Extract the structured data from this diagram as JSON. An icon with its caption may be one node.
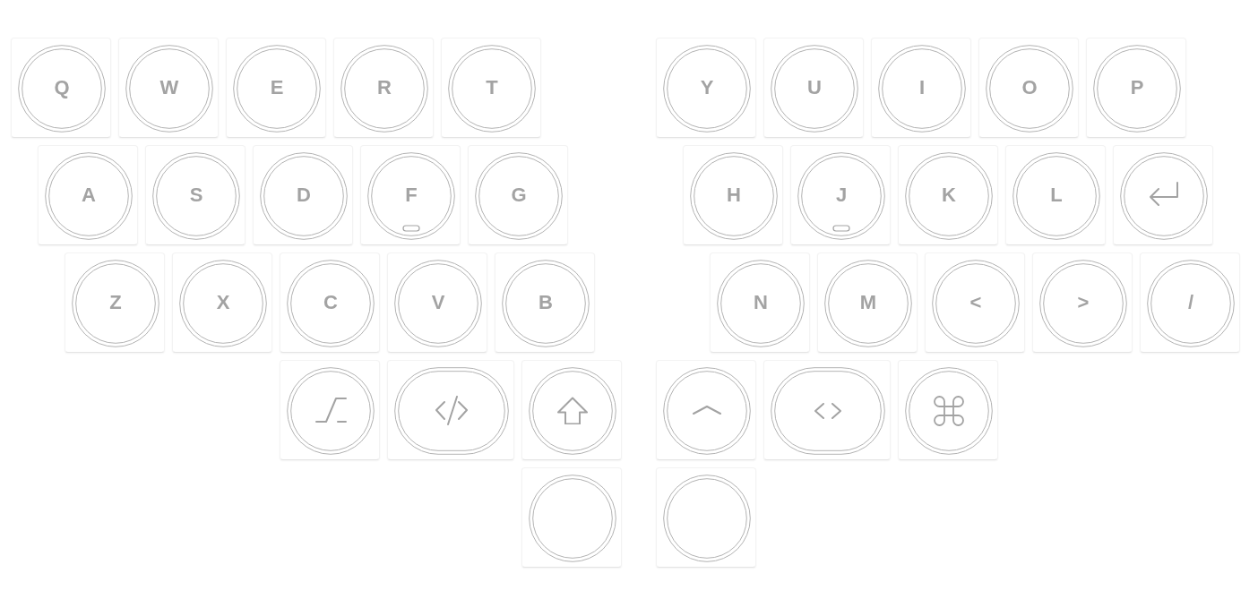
{
  "diagram": {
    "nodes": [
      {
        "text": [
          "Q"
        ]
      },
      {
        "text": [
          "W"
        ]
      },
      {
        "text": [
          "E"
        ]
      },
      {
        "text": [
          "R"
        ]
      },
      {
        "text": [
          "T"
        ]
      },
      {
        "text": [
          "Y"
        ]
      },
      {
        "text": [
          "U"
        ]
      },
      {
        "text": [
          "I"
        ]
      },
      {
        "text": [
          "O"
        ]
      },
      {
        "text": [
          "P"
        ]
      },
      {
        "text": [
          "A"
        ]
      },
      {
        "text": [
          "S"
        ]
      },
      {
        "text": [
          "D"
        ]
      },
      {
        "text": [
          "F"
        ]
      },
      {
        "text": [
          "G"
        ]
      },
      {
        "text": [
          "H"
        ]
      },
      {
        "text": [
          "J"
        ]
      },
      {
        "text": [
          "K"
        ]
      },
      {
        "text": [
          "L"
        ]
      },
      {
        "text": [],
        "shape": "circle"
      },
      {
        "text": [
          "Z"
        ]
      },
      {
        "text": [
          "X"
        ]
      },
      {
        "text": [
          "C"
        ]
      },
      {
        "text": [
          "V"
        ]
      },
      {
        "text": [
          "B"
        ]
      },
      {
        "text": [
          "N"
        ]
      },
      {
        "text": [
          "M"
        ]
      },
      {
        "text": [
          "<"
        ]
      },
      {
        "text": [
          ">"
        ]
      },
      {
        "text": [
          "/"
        ]
      },
      {
        "text": [],
        "shape": "circle"
      },
      {
        "text": [],
        "shape": "pill"
      },
      {
        "text": [],
        "shape": "circle"
      },
      {
        "text": [],
        "shape": "circle"
      },
      {
        "text": [],
        "shape": "pill"
      },
      {
        "text": [],
        "shape": "circle"
      },
      {
        "text": [],
        "shape": "circle"
      },
      {
        "text": [],
        "shape": "circle"
      }
    ]
  }
}
